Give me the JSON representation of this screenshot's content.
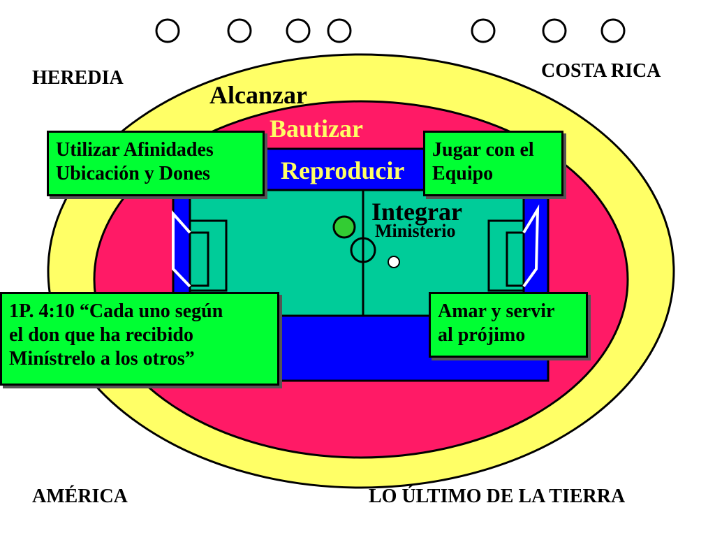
{
  "top_circle_count": 7,
  "colors": {
    "outer_ring": "#ffff66",
    "middle_ring": "#ff1a66",
    "inner_field": "#0000ff",
    "pitch": "#00cc99",
    "callout": "#00ff33",
    "ball": "#33cc33"
  },
  "corners": {
    "top_left": "HEREDIA",
    "top_right": "COSTA RICA",
    "bottom_left": "AMÉRICA",
    "bottom_right": "LO ÚLTIMO DE LA TIERRA"
  },
  "rings": {
    "alcanzar": "Alcanzar",
    "bautizar": "Bautizar",
    "reproducir": "Reproducir",
    "integrar": "Integrar",
    "ministerio": "Ministerio"
  },
  "callouts": {
    "afinidades": [
      "Utilizar Afinidades",
      "Ubicación y Dones"
    ],
    "equipo": [
      "Jugar con el",
      "Equipo"
    ],
    "verse": [
      "1P. 4:10 “Cada uno según",
      "el don que ha recibido",
      "Minístrelo a los otros”"
    ],
    "amar": [
      "Amar y servir",
      "al prójimo"
    ]
  }
}
